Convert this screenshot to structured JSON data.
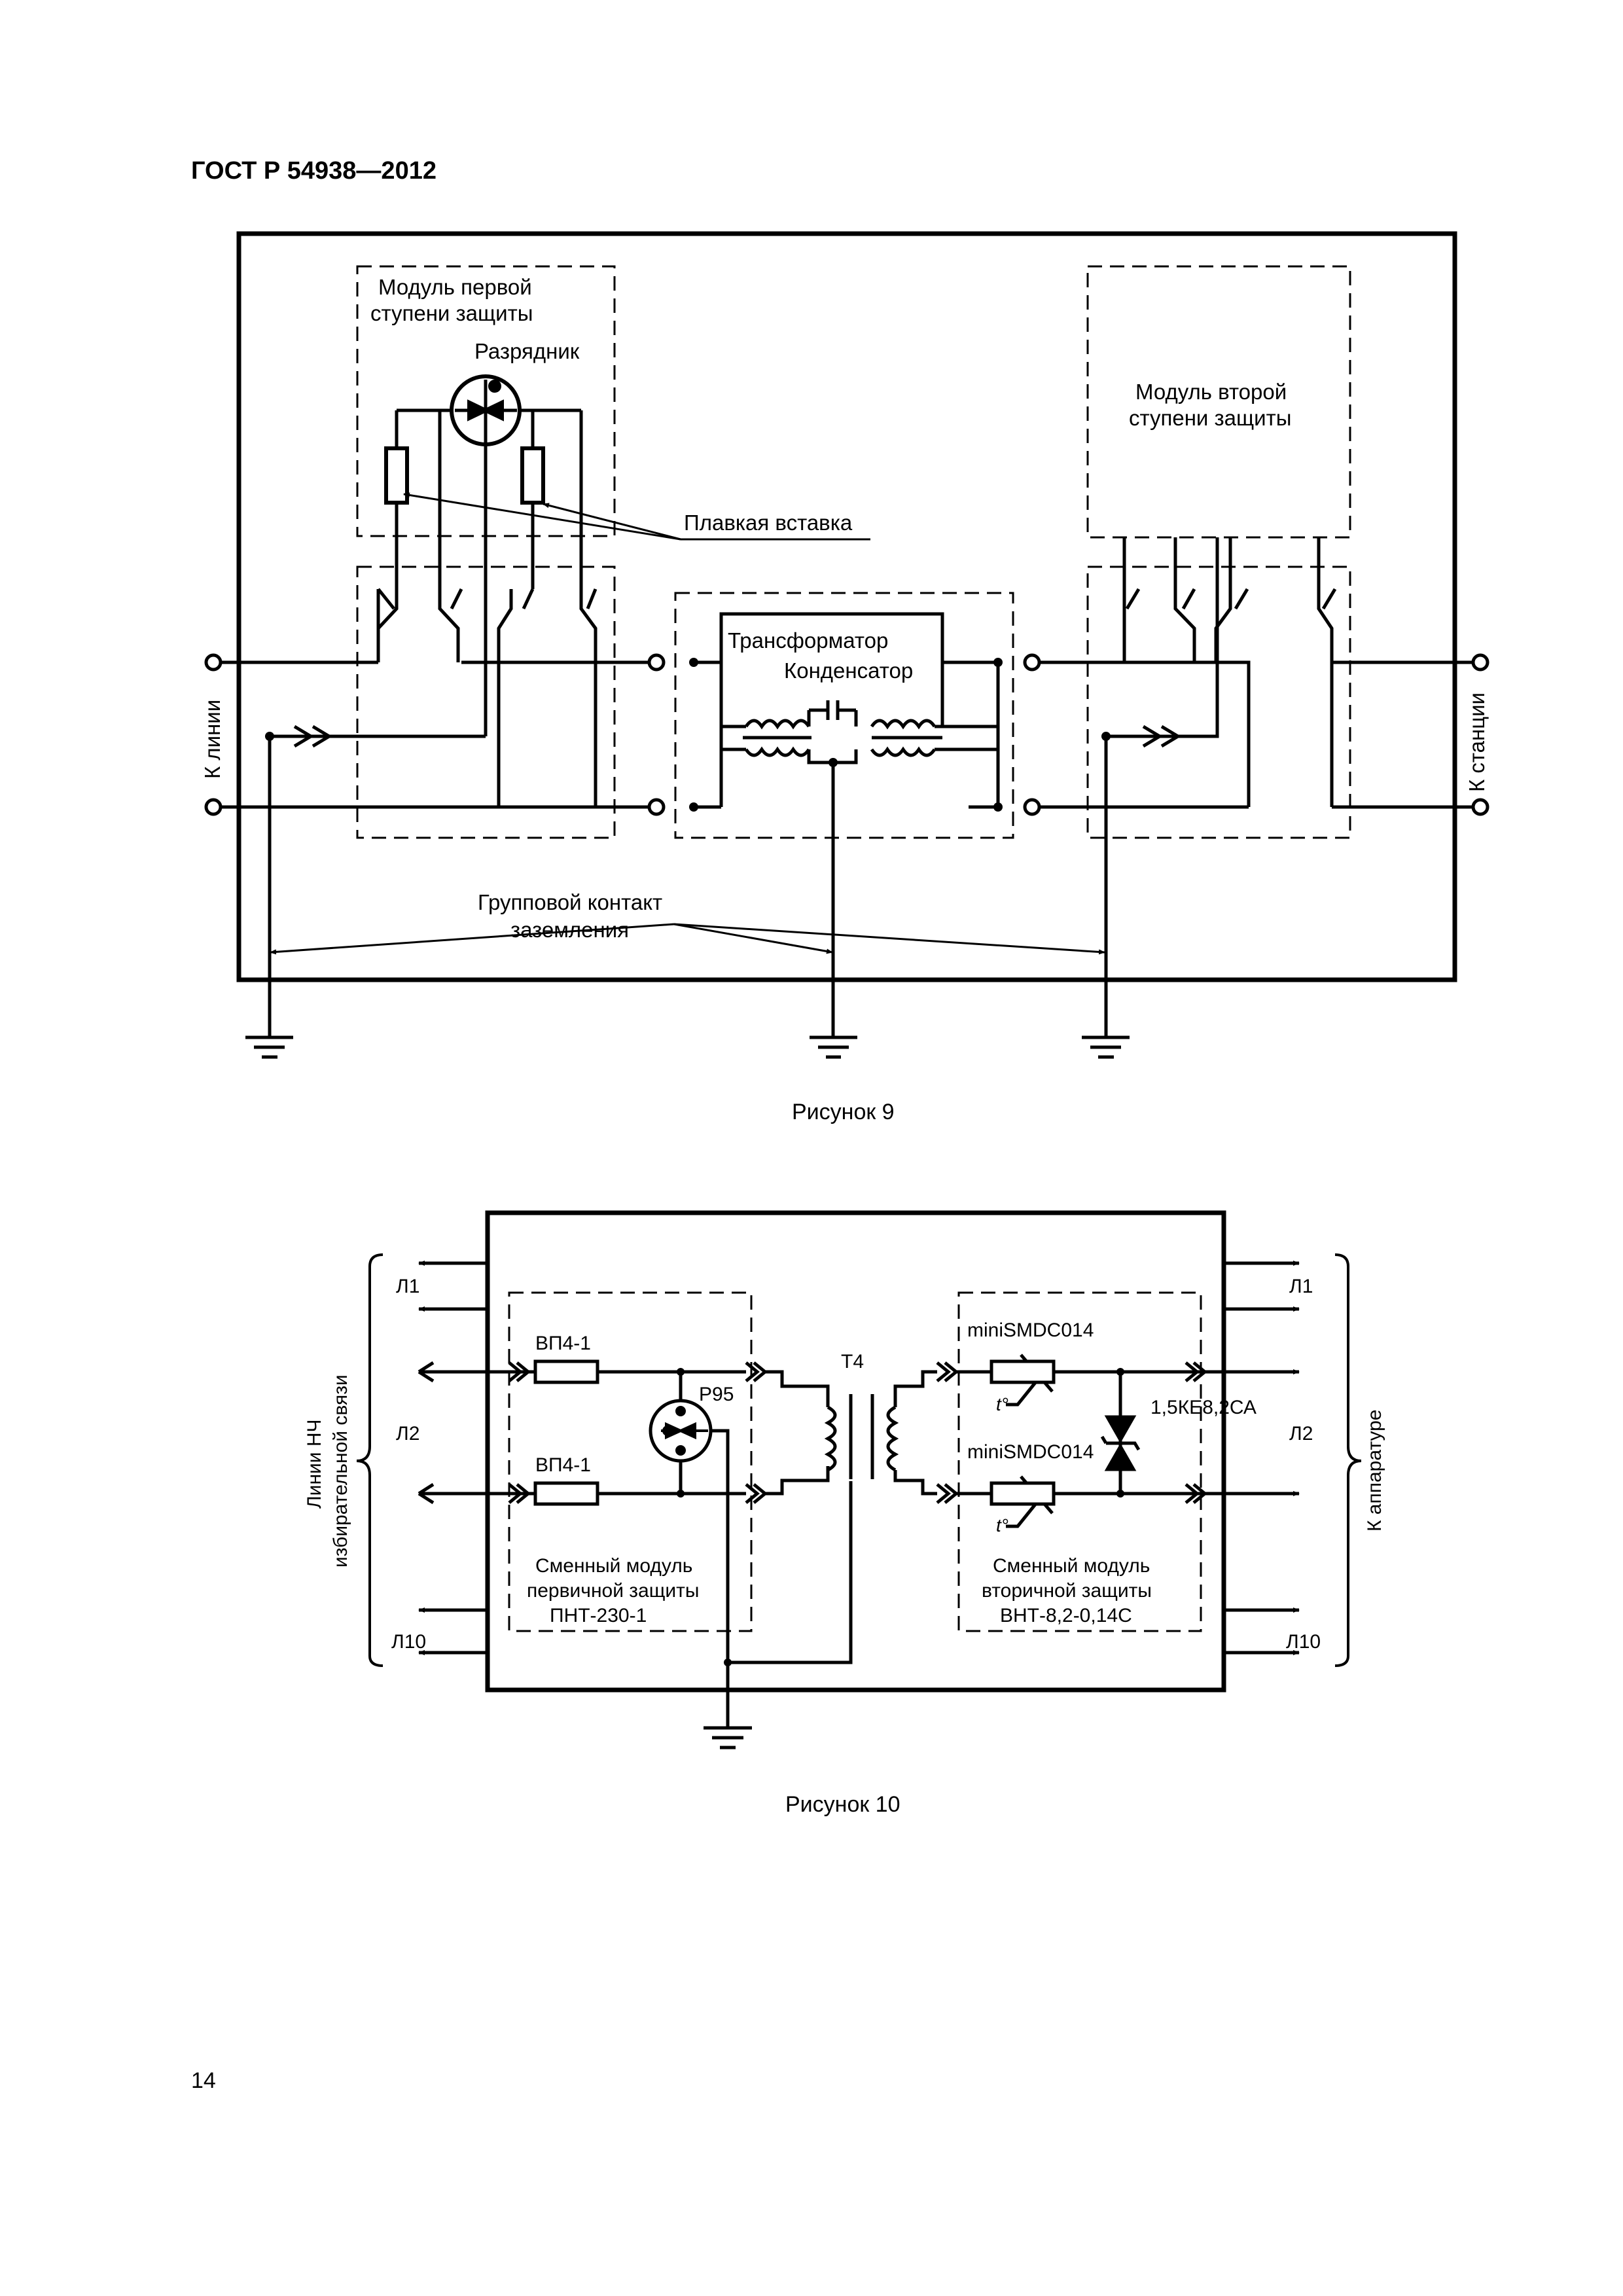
{
  "header": {
    "doc_id": "ГОСТ Р 54938—2012"
  },
  "page_number": "14",
  "figure9": {
    "caption": "Рисунок 9",
    "module1_label_line1": "Модуль первой",
    "module1_label_line2": "ступени защиты",
    "arrester_label": "Разрядник",
    "fuse_label": "Плавкая вставка",
    "module2_label_line1": "Модуль второй",
    "module2_label_line2": "ступени защиты",
    "transformer_label": "Трансформатор",
    "capacitor_label": "Конденсатор",
    "to_line_label": "К линии",
    "to_station_label": "К станции",
    "ground_contact_line1": "Групповой контакт",
    "ground_contact_line2": "заземления"
  },
  "figure10": {
    "caption": "Рисунок 10",
    "fuse1_label": "ВП4-1",
    "fuse2_label": "ВП4-1",
    "arrester_label": "Р95",
    "transformer_label": "Т4",
    "thermistor1_label": "miniSMDC014",
    "thermistor2_label": "miniSMDC014",
    "thermistor_symbol": "t°",
    "diode_label": "1,5КЕ8,2СА",
    "primary_module_line1": "Сменный модуль",
    "primary_module_line2": "первичной защиты",
    "primary_module_line3": "ПНТ-230-1",
    "secondary_module_line1": "Сменный модуль",
    "secondary_module_line2": "вторичной защиты",
    "secondary_module_line3": "ВНТ-8,2-0,14С",
    "left_l1": "Л1",
    "left_l2": "Л2",
    "left_l10": "Л10",
    "right_l1": "Л1",
    "right_l2": "Л2",
    "right_l10": "Л10",
    "left_brace_line1": "Линии НЧ",
    "left_brace_line2": "избирательной связи",
    "right_brace_label": "К аппаратуре"
  }
}
